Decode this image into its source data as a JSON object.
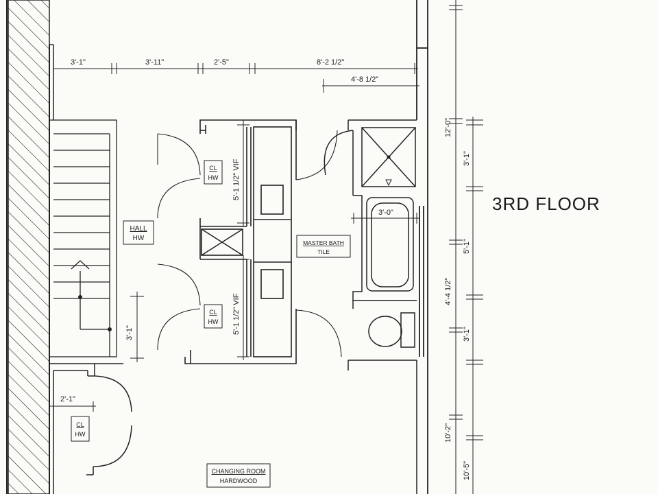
{
  "title": "3RD FLOOR",
  "dimensions": {
    "top_1": "3'-1\"",
    "top_2": "3'-11\"",
    "top_3": "2'-5\"",
    "top_4": "8'-2 1/2\"",
    "top_5": "4'-8 1/2\"",
    "closet_upper_height": "5'-1 1/2\" VIF",
    "closet_lower_height": "5'-1 1/2\" VIF",
    "hall_small": "3'-1\"",
    "tub_width": "3'-0\"",
    "changing_closet": "2'-1\"",
    "right_1": "12'-0\"",
    "right_2": "3'-1\"",
    "right_3": "5'-1\"",
    "right_4": "4'-4 1/2\"",
    "right_5": "3'-1\"",
    "right_6": "10'-2\"",
    "right_7": "10'-5\""
  },
  "rooms": {
    "hall_name": "HALL",
    "hall_floor": "HW",
    "closet_upper_name": "CL",
    "closet_upper_floor": "HW",
    "closet_lower_name": "CL",
    "closet_lower_floor": "HW",
    "master_bath_name": "MASTER BATH",
    "master_bath_floor": "TILE",
    "changing_closet_name": "CL",
    "changing_closet_floor": "HW",
    "changing_room_name": "CHANGING ROOM",
    "changing_room_floor": "HARDWOOD"
  }
}
